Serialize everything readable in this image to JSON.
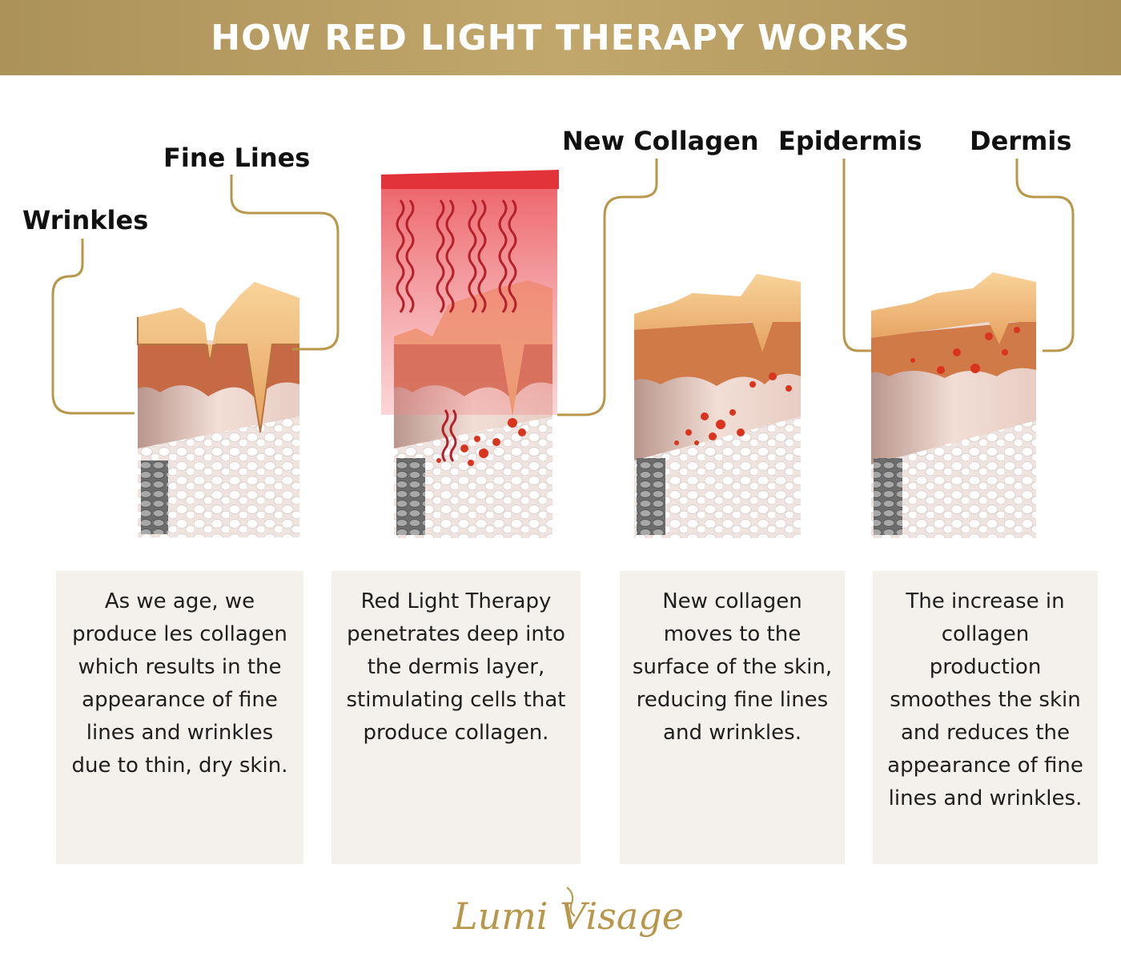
{
  "title": "HOW RED LIGHT THERAPY WORKS",
  "labels": {
    "wrinkles": "Wrinkles",
    "fine_lines": "Fine Lines",
    "new_collagen": "New Collagen",
    "epidermis": "Epidermis",
    "dermis": "Dermis"
  },
  "panels": [
    {
      "text": "As we age, we produce les collagen which results in the appearance of fine lines and wrinkles due to thin, dry skin."
    },
    {
      "text": "Red Light Therapy penetrates deep into the dermis layer, stimulating cells that produce collagen."
    },
    {
      "text": "New collagen moves to the surface of the skin, reducing fine lines and wrinkles."
    },
    {
      "text": "The increase in collagen production smoothes the skin and reduces the appearance of fine lines and wrinkles."
    }
  ],
  "logo": {
    "text": "Lumi Visage"
  },
  "colors": {
    "banner": "#b59c62",
    "leader_line": "#b8974a",
    "panel_bg": "#f4f1ec",
    "red_light": "#e8434a",
    "collagen": "#d9341e"
  }
}
